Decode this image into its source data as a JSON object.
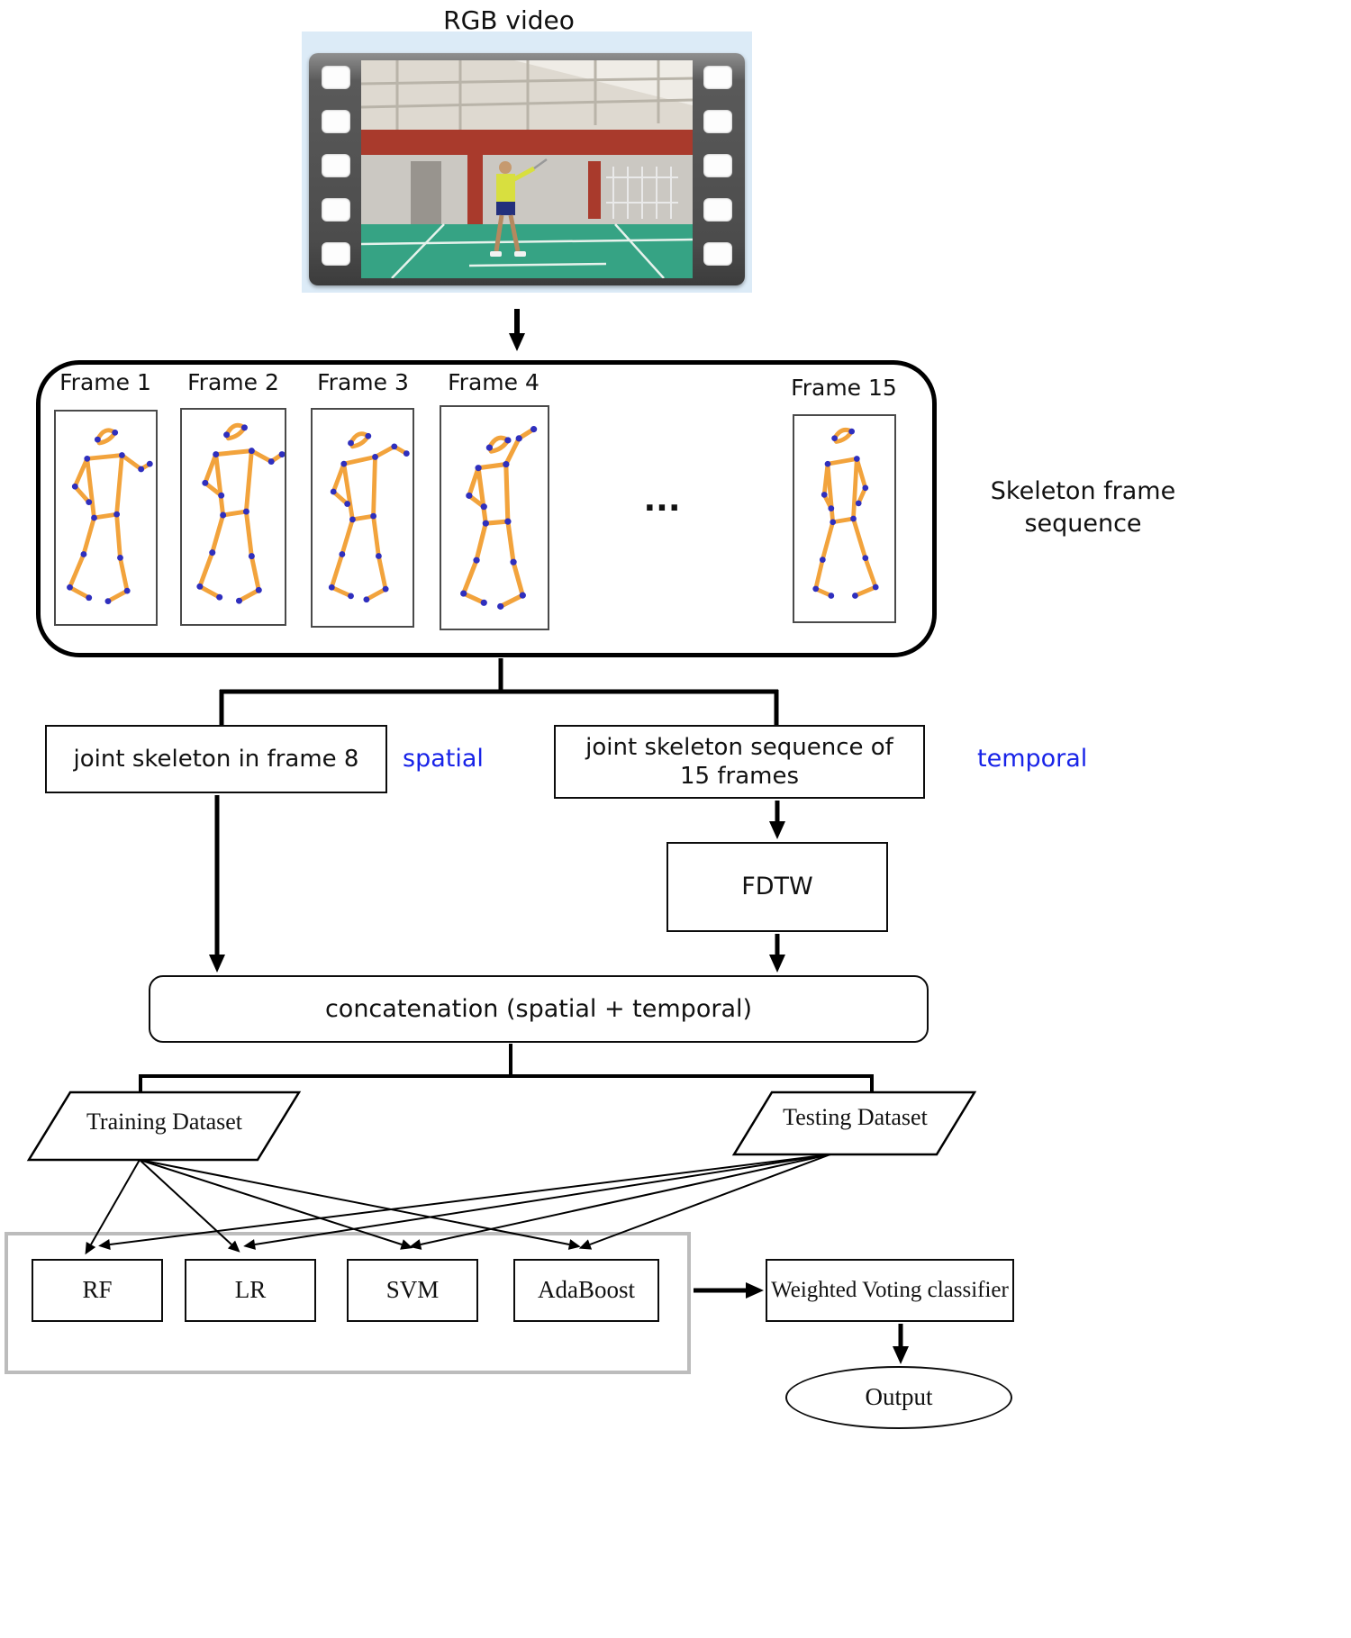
{
  "colors": {
    "annotation_blue": "#1823e8",
    "skeleton_orange": "#F2A33C",
    "skeleton_joint_blue": "#2F2FBE",
    "film_red": "#a93a2c",
    "court_green": "#36a384"
  },
  "header": {
    "title": "RGB video"
  },
  "skeleton_panel": {
    "side_label": "Skeleton frame sequence",
    "ellipsis": "...",
    "frames": [
      {
        "label": "Frame 1"
      },
      {
        "label": "Frame 2"
      },
      {
        "label": "Frame 3"
      },
      {
        "label": "Frame 4"
      },
      {
        "label": "Frame 15"
      }
    ]
  },
  "flow": {
    "spatial_box": {
      "label": "joint skeleton in frame 8",
      "annotation": "spatial"
    },
    "temporal_box": {
      "label": "joint skeleton sequence of 15 frames",
      "annotation": "temporal"
    },
    "fdtw": {
      "label": "FDTW"
    },
    "concatenation": {
      "label": "concatenation (spatial + temporal)"
    }
  },
  "datasets": {
    "training": {
      "label": "Training Dataset"
    },
    "testing": {
      "label": "Testing Dataset"
    }
  },
  "classifiers": {
    "items": [
      {
        "label": "RF"
      },
      {
        "label": "LR"
      },
      {
        "label": "SVM"
      },
      {
        "label": "AdaBoost"
      }
    ]
  },
  "voting": {
    "label": "Weighted Voting classifier"
  },
  "output": {
    "label": "Output"
  }
}
